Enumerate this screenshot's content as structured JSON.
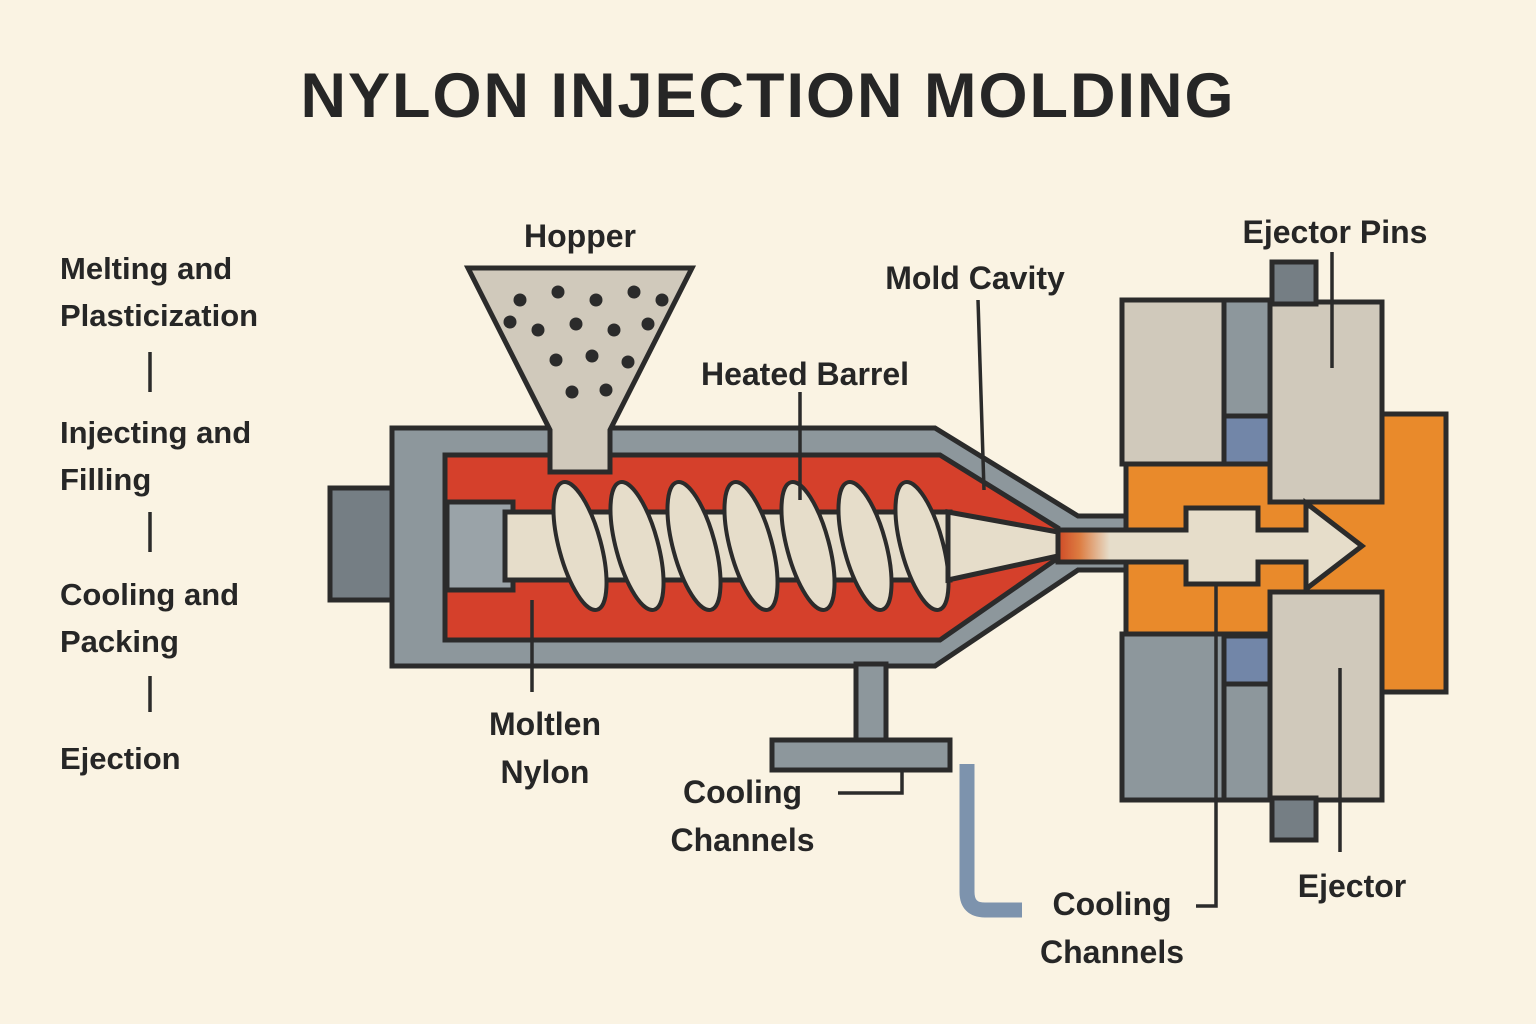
{
  "title": "NYLON INJECTION MOLDING",
  "process_steps": {
    "step1": "Melting and Plasticization",
    "step2": "Injecting and Filling",
    "step3": "Cooling and Packing",
    "step4": "Ejection"
  },
  "labels": {
    "hopper": "Hopper",
    "heated_barrel": "Heated Barrel",
    "mold_cavity": "Mold Cavity",
    "ejector_pins": "Ejector Pins",
    "molten_nylon": "Moltlen Nylon",
    "cooling_channels_barrel": "Cooling Channels",
    "cooling_channels_mold": "Cooling Channels",
    "ejector": "Ejector"
  },
  "colors": {
    "background": "#faf3e3",
    "outline": "#2b2b2b",
    "barrel_red": "#d5402b",
    "housing_gray": "#8d979c",
    "end_cap_gray": "#757e84",
    "drive_gray": "#9aa3a8",
    "screw_cream": "#e6ddca",
    "block_light": "#d0c9bb",
    "mold_orange": "#e98a2b",
    "guide_blue": "#7286a8",
    "pipe_blue": "#7d93ad",
    "text": "#262626"
  }
}
